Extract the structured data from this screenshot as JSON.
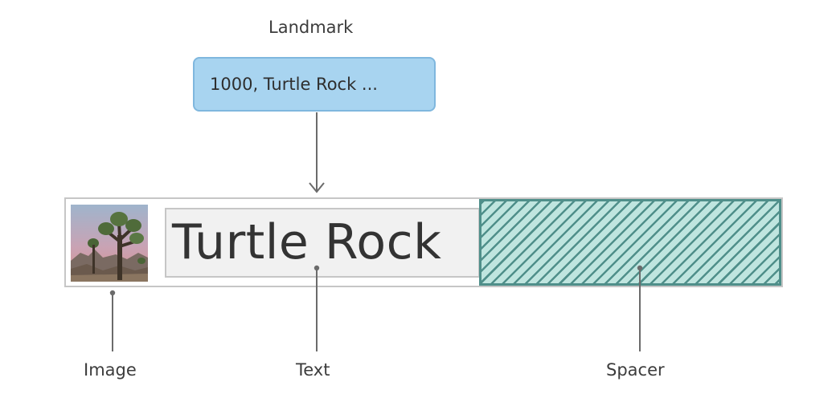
{
  "diagram": {
    "landmark_label": "Landmark",
    "landmark_value": "1000, Turtle Rock ...",
    "row_text": "Turtle Rock",
    "labels": {
      "image": "Image",
      "text": "Text",
      "spacer": "Spacer"
    }
  },
  "colors": {
    "landmark_fill": "#a8d4f0",
    "spacer_stripe": "#4f8f8a",
    "spacer_fill": "#bfe5df",
    "connector": "#6b6b6b"
  }
}
